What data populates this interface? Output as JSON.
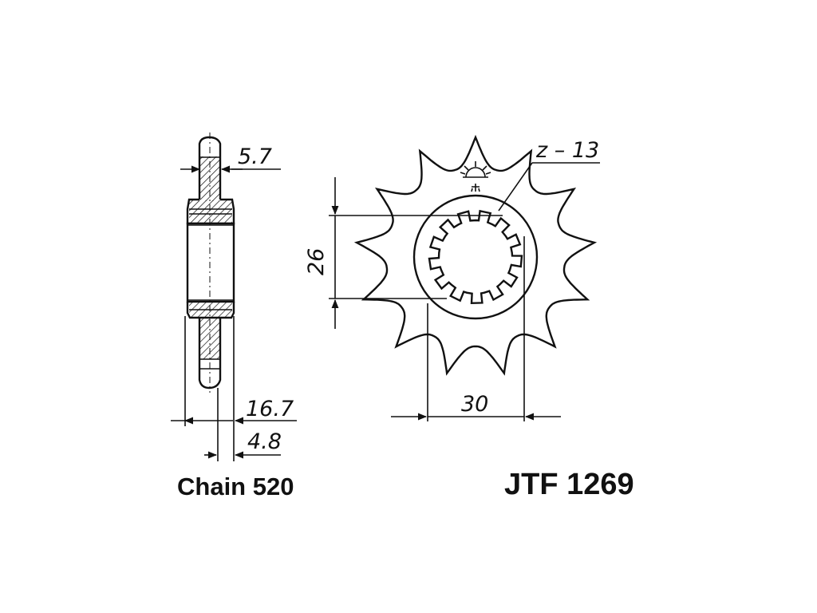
{
  "dimensions": {
    "hub_width": "5.7",
    "overall_width": "16.7",
    "offset": "4.8",
    "spline_diameter": "26",
    "hub_diameter": "30",
    "teeth": "z – 13"
  },
  "labels": {
    "chain": "Chain 520",
    "part_number": "JTF 1269"
  },
  "colors": {
    "ink": "#111111",
    "background": "#ffffff"
  }
}
